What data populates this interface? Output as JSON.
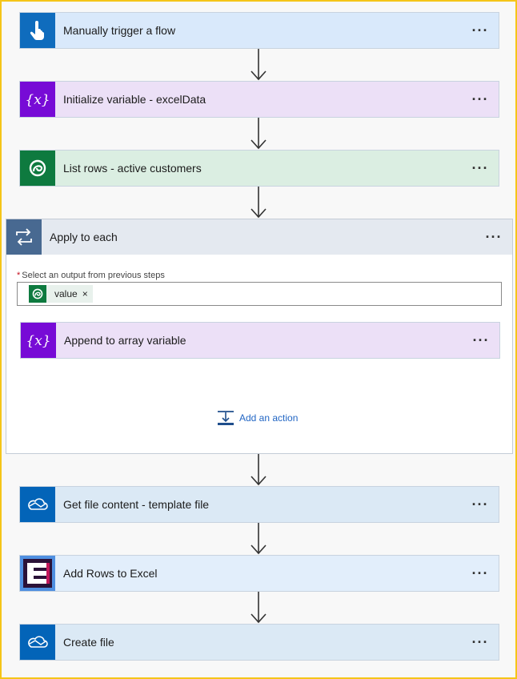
{
  "flow": {
    "steps_before": [
      {
        "label": "Manually trigger a flow",
        "more": "···",
        "icon": "touch-hand-icon",
        "icon_bg": "#0f6cbd",
        "card_bg": "#d9e9fb"
      },
      {
        "label": "Initialize variable - excelData",
        "more": "···",
        "icon": "variable-icon",
        "icon_bg": "#770bd6",
        "card_bg": "#ece0f7"
      },
      {
        "label": "List rows - active customers",
        "more": "···",
        "icon": "dataverse-icon",
        "icon_bg": "#0e7a3f",
        "card_bg": "#dbeee2"
      }
    ],
    "loop": {
      "label": "Apply to each",
      "more": "···",
      "icon": "loop-icon",
      "field_label": "Select an output from previous steps",
      "required_mark": "*",
      "token": {
        "label": "value",
        "remove": "×",
        "icon": "dataverse-icon"
      },
      "inner_step": {
        "label": "Append to array variable",
        "more": "···",
        "icon": "variable-icon"
      },
      "add_action_label": "Add an action"
    },
    "steps_after": [
      {
        "label": "Get file content - template file",
        "more": "···",
        "icon": "onedrive-icon",
        "icon_bg": "#0364b8",
        "card_bg": "#dbe9f5"
      },
      {
        "label": "Add Rows to Excel",
        "more": "···",
        "icon": "encodian-icon",
        "icon_bg": "#4f8fe0",
        "card_bg": "#e2eefb"
      },
      {
        "label": "Create file",
        "more": "···",
        "icon": "onedrive-icon",
        "icon_bg": "#0364b8",
        "card_bg": "#dbe9f5"
      }
    ]
  }
}
